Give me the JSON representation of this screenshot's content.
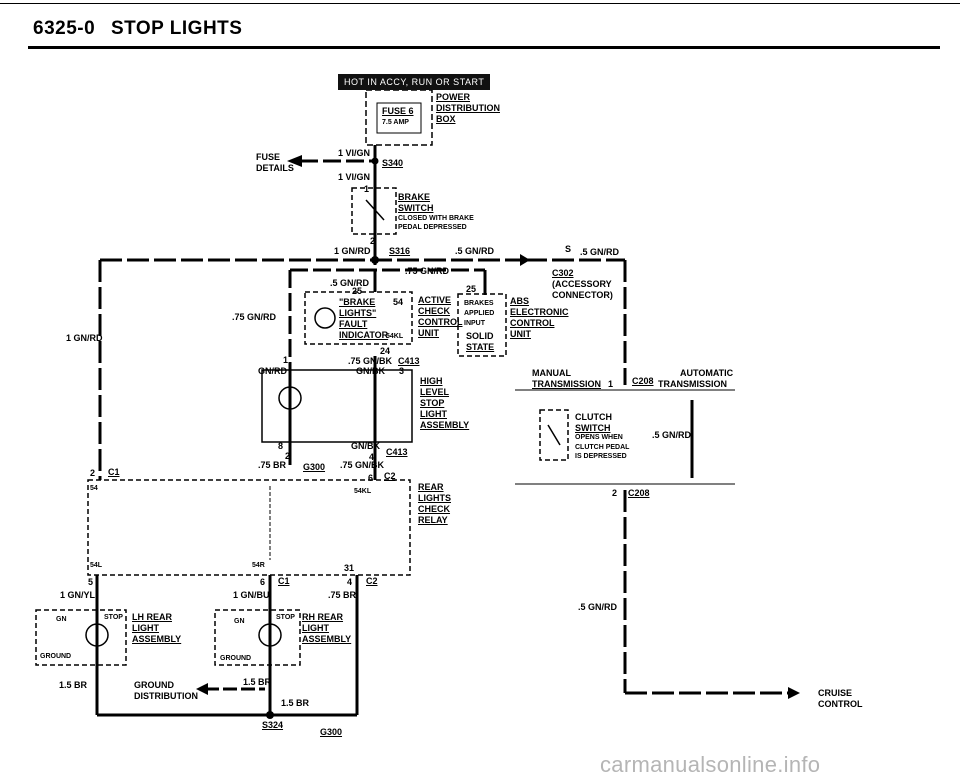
{
  "header": {
    "section": "6325-0",
    "title": "STOP LIGHTS"
  },
  "banner": "HOT IN ACCY, RUN OR START",
  "fuse_box": {
    "fuse": "FUSE 6",
    "amp": "7.5 AMP",
    "box1": "POWER",
    "box2": "DISTRIBUTION",
    "box3": "BOX"
  },
  "fuse_details": {
    "line1": "FUSE",
    "line2": "DETAILS"
  },
  "wires": {
    "w_1vigrn_a": "1 VI/GN",
    "w_1vigrn_b": "1 VI/GN",
    "s340": "S340",
    "brake_pin": "1",
    "s316_pin": "2",
    "w_1gnrd": "1 GN/RD",
    "s316": "S316",
    "w_5gnrd_top": ".5 GN/RD",
    "s_pin": "S",
    "w_5gnrd_right": ".5 GN/RD",
    "w_1gnrd_left": "1 GN/RD",
    "w_75gnrd_mid": ".75 GN/RD",
    "w_5gnrd_mid": ".5 GN/RD",
    "pin25": "25",
    "pin25b": "25",
    "w_75gnrd_left": ".75 GN/RD",
    "pin24": "24",
    "w_75gnbk": ".75 GN/BK",
    "c413": "C413",
    "pin1": "1",
    "gnrd": "GN/RD",
    "gnbk": "GN/BK",
    "pin3": "3",
    "pin8": "8",
    "gnbk2": "GN/BK",
    "pin2": "2",
    "c413b": "C413",
    "pin4": "4",
    "w_75br": ".75 BR",
    "g300": "G300",
    "w_75gnbk2": ".75 GN/BK",
    "pin6": "6",
    "c2": "C2",
    "pin2c1": "2",
    "c1": "C1",
    "pin54": "54",
    "pin54kl": "54KL",
    "pin54l": "54L",
    "pin54r": "54R",
    "pin31": "31",
    "pin5": "5",
    "pin6c1": "6",
    "c1b": "C1",
    "pin4c2": "4",
    "c2b": "C2",
    "w_1gnyl": "1 GN/YL",
    "w_1gnbu": "1 GN/BU",
    "w_75br2": ".75 BR",
    "w_15br_left": "1.5 BR",
    "w_15br_mid": "1.5 BR",
    "w_15br_bot": "1.5 BR",
    "s324": "S324",
    "g300b": "G300",
    "c302": "C302",
    "pin1c208": "1",
    "c208": "C208",
    "w_5gnrd_clutch": ".5 GN/RD",
    "pin2c208": "2",
    "c208b": "C208",
    "w_5gnrd_cruise": ".5 GN/RD"
  },
  "brake_switch": {
    "l1": "BRAKE",
    "l2": "SWITCH",
    "l3": "CLOSED WITH BRAKE",
    "l4": "PEDAL DEPRESSED"
  },
  "check_control": {
    "l1": "\"BRAKE",
    "pin54": "54",
    "l2": "LIGHTS\"",
    "l3": "FAULT",
    "l4": "INDICATOR",
    "pin54kl": "54KL",
    "m1": "ACTIVE",
    "m2": "CHECK",
    "m3": "CONTROL",
    "m4": "UNIT"
  },
  "abs": {
    "c1": "BRAKES",
    "c2": "APPLIED",
    "c3": "INPUT",
    "c4": "SOLID",
    "c5": "STATE",
    "r1": "ABS",
    "r2": "ELECTRONIC",
    "r3": "CONTROL",
    "r4": "UNIT"
  },
  "c302": {
    "l1": "(ACCESSORY",
    "l2": "CONNECTOR)"
  },
  "high_level": {
    "l1": "HIGH",
    "l2": "LEVEL",
    "l3": "STOP",
    "l4": "LIGHT",
    "l5": "ASSEMBLY"
  },
  "transmission": {
    "manual1": "MANUAL",
    "manual2": "TRANSMISSION",
    "auto1": "AUTOMATIC",
    "auto2": "TRANSMISSION"
  },
  "clutch": {
    "l1": "CLUTCH",
    "l2": "SWITCH",
    "l3": "OPENS WHEN",
    "l4": "CLUTCH PEDAL",
    "l5": "IS DEPRESSED"
  },
  "relay": {
    "l1": "REAR",
    "l2": "LIGHTS",
    "l3": "CHECK",
    "l4": "RELAY"
  },
  "lh_rear": {
    "gn": "GN",
    "stop": "STOP",
    "l1": "LH REAR",
    "l2": "LIGHT",
    "l3": "ASSEMBLY",
    "ground": "GROUND"
  },
  "rh_rear": {
    "gn": "GN",
    "stop": "STOP",
    "l1": "RH REAR",
    "l2": "LIGHT",
    "l3": "ASSEMBLY",
    "ground": "GROUND"
  },
  "ground_dist": {
    "l1": "GROUND",
    "l2": "DISTRIBUTION"
  },
  "cruise": {
    "l1": "CRUISE",
    "l2": "CONTROL"
  },
  "watermark": "carmanualsonline.info"
}
